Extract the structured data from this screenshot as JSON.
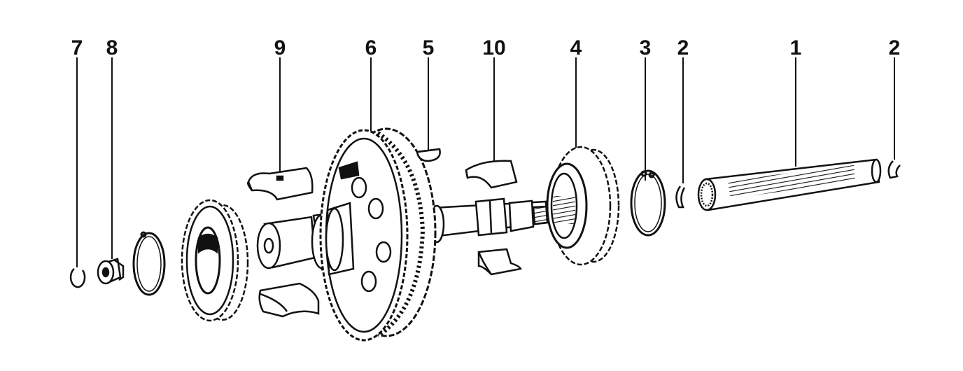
{
  "colors": {
    "ink": "#111111",
    "paper": "#ffffff",
    "shade": "#c8c8c8"
  },
  "callouts": [
    {
      "id": "c7",
      "label": "7"
    },
    {
      "id": "c8",
      "label": "8"
    },
    {
      "id": "c9",
      "label": "9"
    },
    {
      "id": "c6",
      "label": "6"
    },
    {
      "id": "c5",
      "label": "5"
    },
    {
      "id": "c10",
      "label": "10"
    },
    {
      "id": "c4",
      "label": "4"
    },
    {
      "id": "c3",
      "label": "3"
    },
    {
      "id": "c2a",
      "label": "2"
    },
    {
      "id": "c1",
      "label": "1"
    },
    {
      "id": "c2b",
      "label": "2"
    }
  ]
}
